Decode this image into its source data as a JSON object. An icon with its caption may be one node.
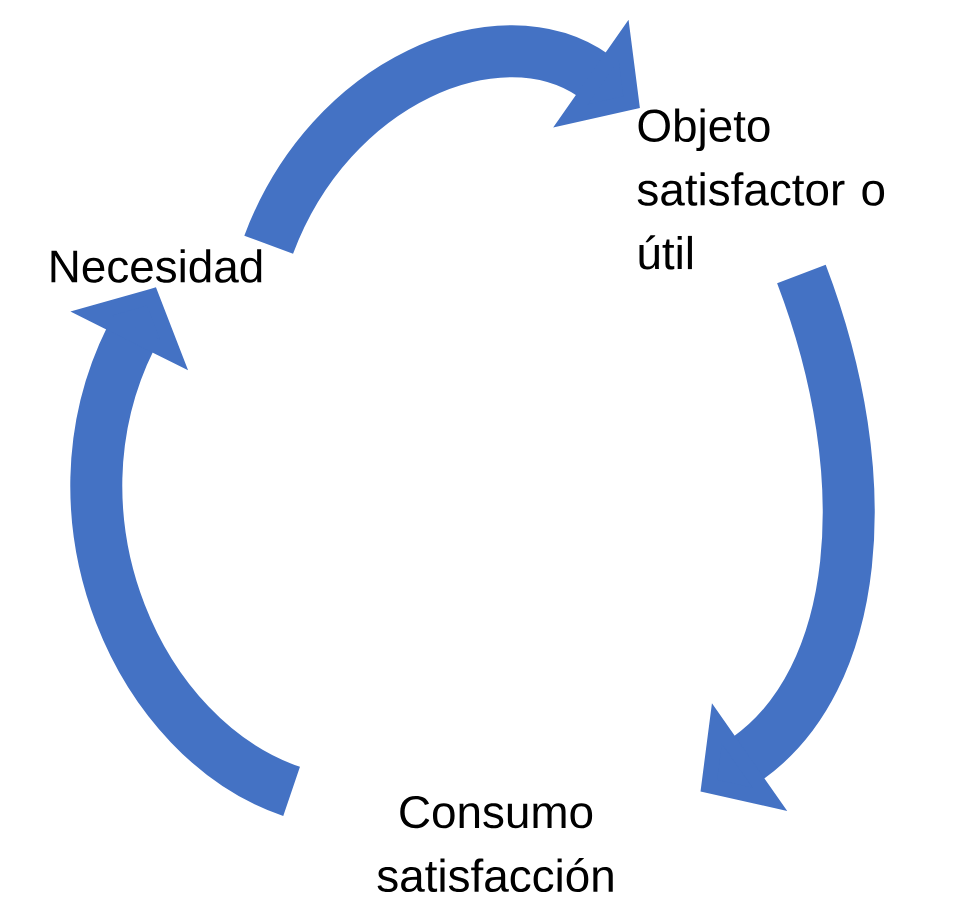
{
  "diagram": {
    "nodes": [
      {
        "text": [
          "Necesidad"
        ]
      },
      {
        "text": [
          "Objeto satisfactor o útil"
        ]
      },
      {
        "text": [
          "Consumo satisfacción"
        ]
      }
    ],
    "edges": [
      {
        "from": 0,
        "to": 1,
        "arrow": "to"
      },
      {
        "from": 1,
        "to": 2,
        "arrow": "to"
      },
      {
        "from": 2,
        "to": 0,
        "arrow": "to"
      }
    ]
  }
}
